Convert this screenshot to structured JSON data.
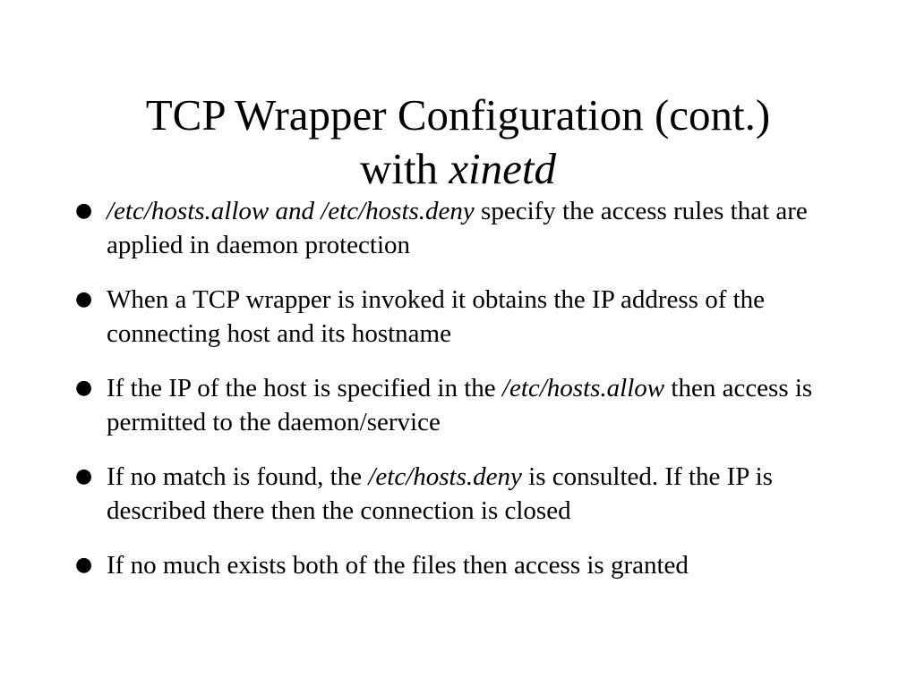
{
  "slide": {
    "title": {
      "line1": "TCP Wrapper Configuration (cont.)",
      "line2_prefix": "with",
      "line2_italic": "xinetd"
    },
    "bullet_symbol": "●",
    "bullets": [
      {
        "italic_lead": "/etc/hosts.allow and /etc/hosts.deny",
        "text": " specify the access rules that are applied in daemon protection"
      },
      {
        "text": "When a TCP wrapper is invoked it obtains the IP address of the connecting host and its hostname"
      },
      {
        "text_before": "If the IP of the host is specified in the ",
        "italic": "/etc/hosts.allow",
        "text_after": " then access is permitted to the daemon/service"
      },
      {
        "text_before": "If no match is found, the ",
        "italic": "/etc/hosts.deny",
        "text_after": " is consulted. If the IP is described there then the connection is closed"
      },
      {
        "text": "If no much exists both of the files then access is granted"
      }
    ]
  }
}
